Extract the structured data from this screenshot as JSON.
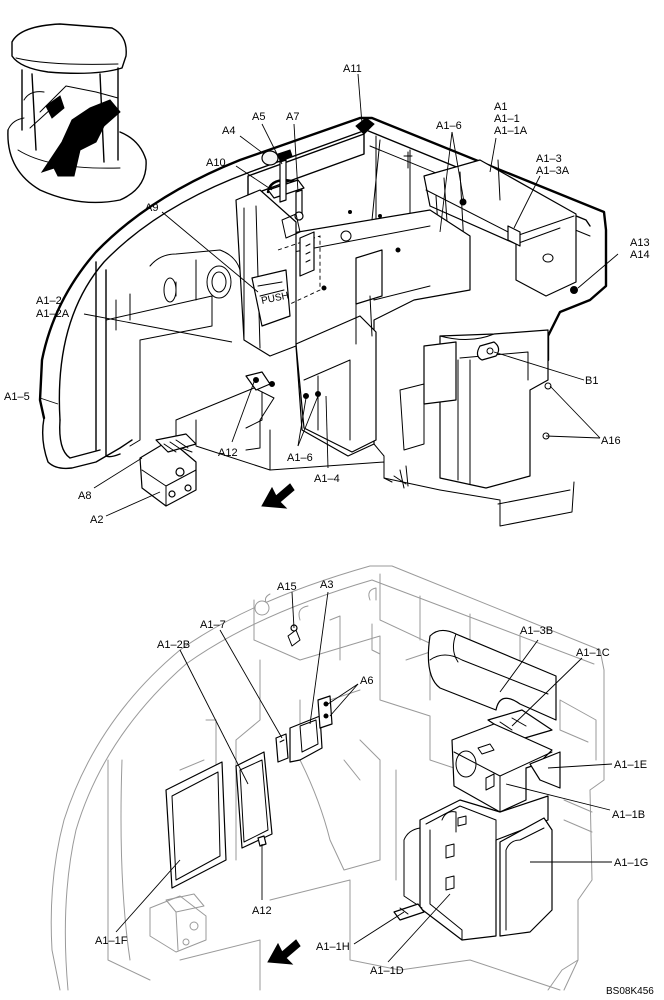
{
  "figure_code": "BS08K456",
  "upper_view": {
    "callouts": [
      {
        "id": "a11",
        "text": "A11"
      },
      {
        "id": "a4",
        "text": "A4"
      },
      {
        "id": "a5",
        "text": "A5"
      },
      {
        "id": "a7",
        "text": "A7"
      },
      {
        "id": "a1-group",
        "lines": [
          "A1",
          "A1–1",
          "A1–1A"
        ]
      },
      {
        "id": "a1-6-top",
        "text": "A1–6"
      },
      {
        "id": "a10",
        "text": "A10"
      },
      {
        "id": "a1-3-group",
        "lines": [
          "A1–3",
          "A1–3A"
        ]
      },
      {
        "id": "a9",
        "text": "A9"
      },
      {
        "id": "a13-group",
        "lines": [
          "A13",
          "A14"
        ]
      },
      {
        "id": "a1-2-group",
        "lines": [
          "A1–2",
          "A1–2A"
        ]
      },
      {
        "id": "b1",
        "text": "B1"
      },
      {
        "id": "a1-5",
        "text": "A1–5"
      },
      {
        "id": "a16",
        "text": "A16"
      },
      {
        "id": "a12-top",
        "text": "A12"
      },
      {
        "id": "a1-6-bottom",
        "text": "A1–6"
      },
      {
        "id": "a8",
        "text": "A8"
      },
      {
        "id": "a1-4",
        "text": "A1–4"
      },
      {
        "id": "a2",
        "text": "A2"
      }
    ]
  },
  "lower_view": {
    "callouts": [
      {
        "id": "a15",
        "text": "A15"
      },
      {
        "id": "a3",
        "text": "A3"
      },
      {
        "id": "a1-7",
        "text": "A1–7"
      },
      {
        "id": "a1-3b",
        "text": "A1–3B"
      },
      {
        "id": "a1-2b",
        "text": "A1–2B"
      },
      {
        "id": "a1-1c",
        "text": "A1–1C"
      },
      {
        "id": "a6",
        "text": "A6"
      },
      {
        "id": "a1-1e",
        "text": "A1–1E"
      },
      {
        "id": "a1-1b",
        "text": "A1–1B"
      },
      {
        "id": "a1-1g",
        "text": "A1–1G"
      },
      {
        "id": "a12-low",
        "text": "A12"
      },
      {
        "id": "a1-1f",
        "text": "A1–1F"
      },
      {
        "id": "a1-1h",
        "text": "A1–1H"
      },
      {
        "id": "a1-1d",
        "text": "A1–1D"
      }
    ]
  }
}
